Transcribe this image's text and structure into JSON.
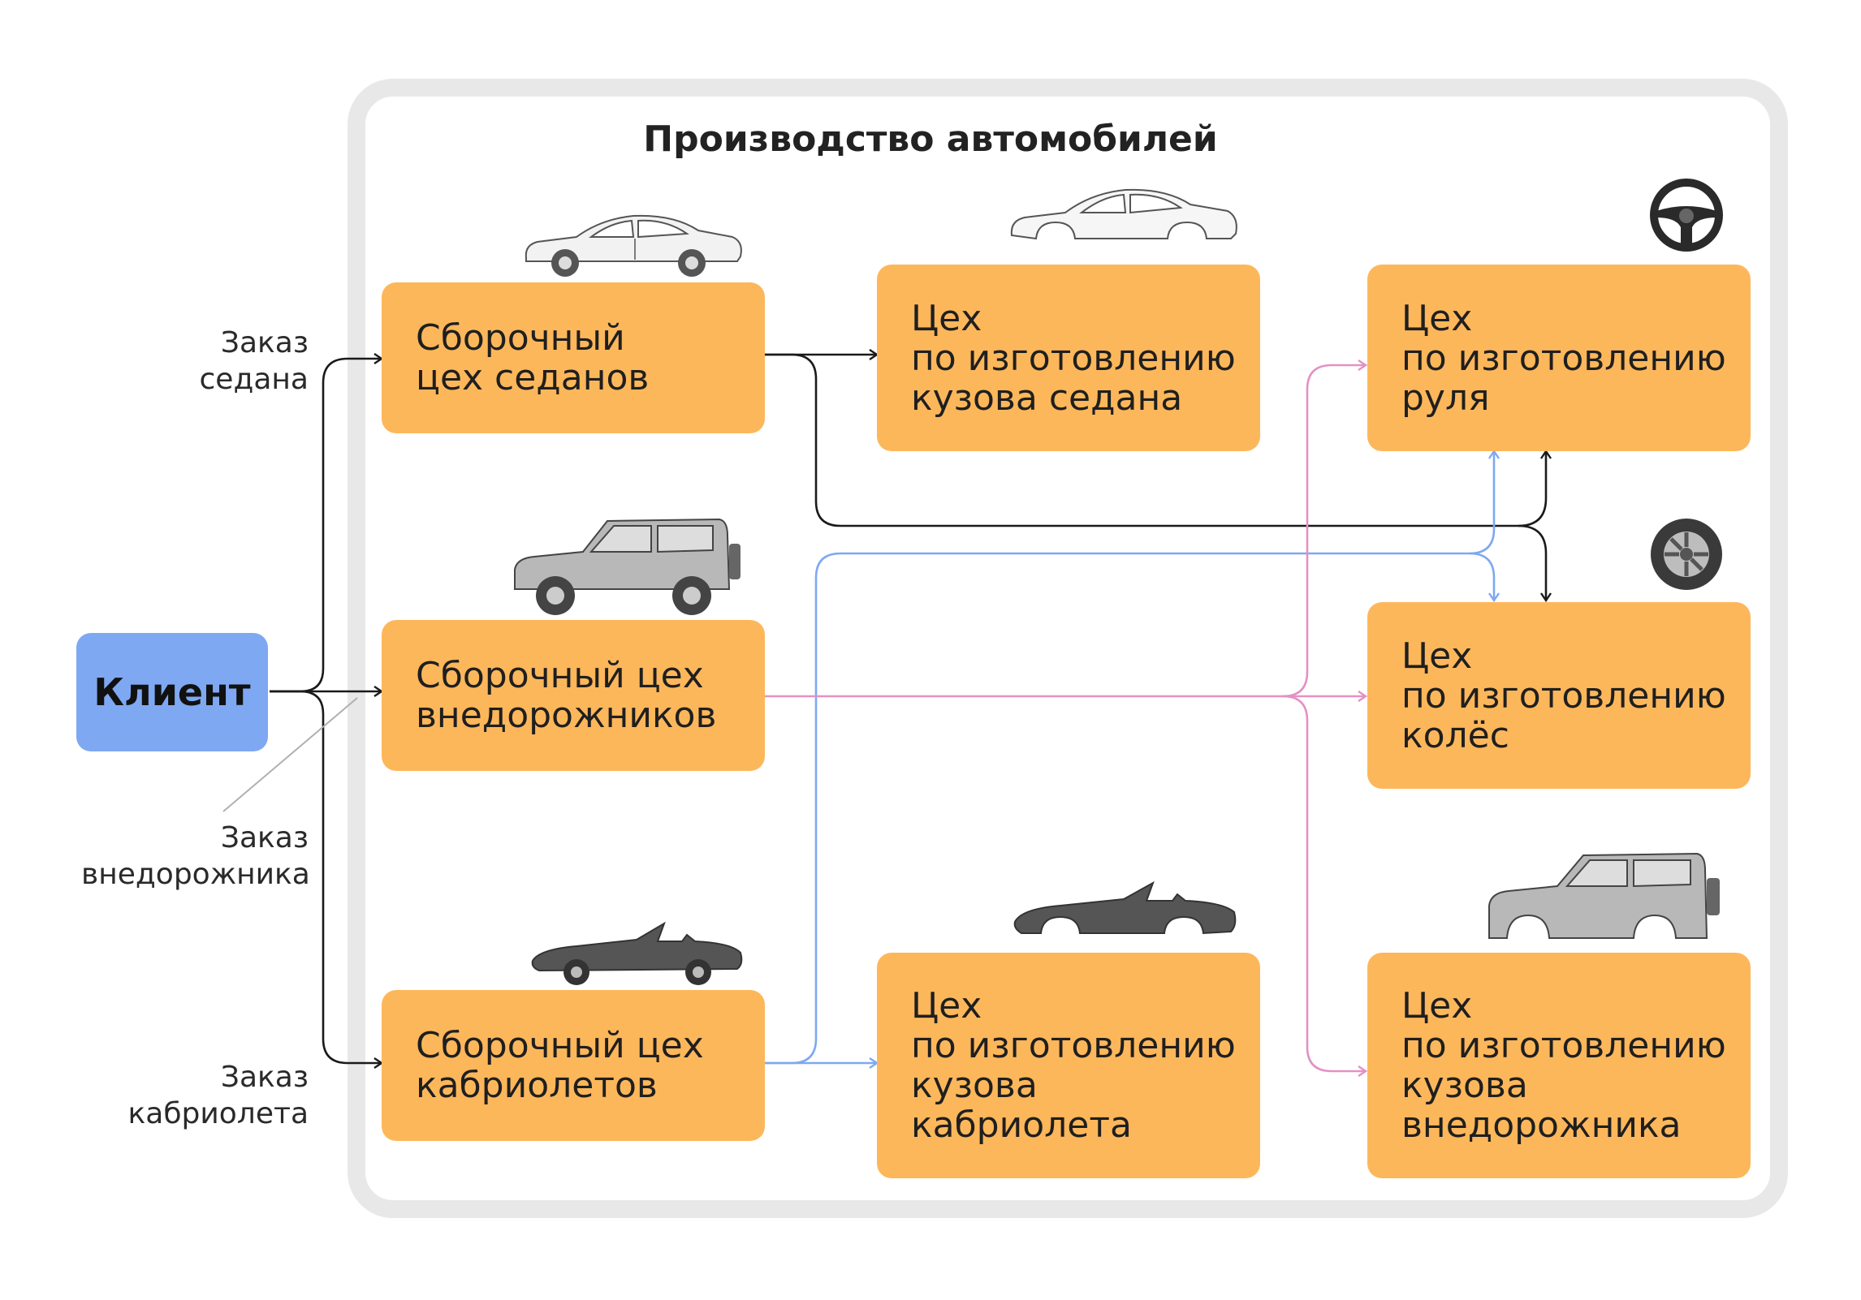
{
  "title": "Производство автомобилей",
  "client": "Клиент",
  "orders": {
    "sedan": [
      "Заказ",
      "седана"
    ],
    "suv": [
      "Заказ",
      "внедорожника"
    ],
    "cabrio": [
      "Заказ",
      "кабриолета"
    ]
  },
  "boxes": {
    "assembly_sedan": [
      "Сборочный",
      "цех седанов"
    ],
    "assembly_suv": [
      "Сборочный цех",
      "внедорожников"
    ],
    "assembly_cabrio": [
      "Сборочный цех",
      "кабриолетов"
    ],
    "body_sedan": [
      "Цех",
      "по изготовлению",
      "кузова седана"
    ],
    "body_cabrio": [
      "Цех",
      "по изготовлению",
      "кузова",
      "кабриолета"
    ],
    "steering": [
      "Цех",
      "по изготовлению",
      "руля"
    ],
    "wheels": [
      "Цех",
      "по изготовлению",
      "колёс"
    ],
    "body_suv": [
      "Цех",
      "по изготовлению",
      "кузова",
      "внедорожника"
    ]
  },
  "colors": {
    "box": "#fdb75b",
    "client": "#7ea8f2",
    "frame": "#e8e8e8",
    "line_black": "#1a1a1a",
    "line_blue": "#7ea8f2",
    "line_pink": "#e391c4"
  },
  "icons": [
    "sedan-car-icon",
    "suv-car-icon",
    "cabriolet-car-icon",
    "sedan-body-icon",
    "cabriolet-body-icon",
    "suv-body-icon",
    "steering-wheel-icon",
    "wheel-icon"
  ]
}
